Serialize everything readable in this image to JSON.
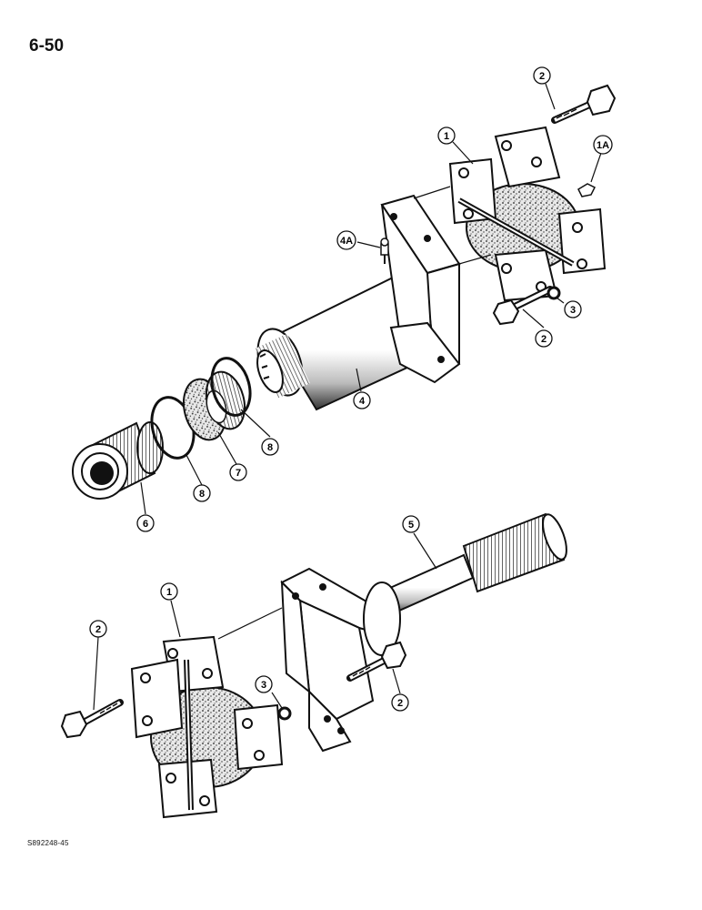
{
  "page": {
    "number": "6-50",
    "document_code": "S892248-45"
  },
  "callouts": [
    {
      "id": "c-top-2",
      "label": "2"
    },
    {
      "id": "c-top-1",
      "label": "1"
    },
    {
      "id": "c-top-1a",
      "label": "1A"
    },
    {
      "id": "c-top-4a",
      "label": "4A"
    },
    {
      "id": "c-top-3",
      "label": "3"
    },
    {
      "id": "c-top-2b",
      "label": "2"
    },
    {
      "id": "c-top-4",
      "label": "4"
    },
    {
      "id": "c-top-8a",
      "label": "8"
    },
    {
      "id": "c-top-7",
      "label": "7"
    },
    {
      "id": "c-top-8b",
      "label": "8"
    },
    {
      "id": "c-top-6",
      "label": "6"
    },
    {
      "id": "c-bot-5",
      "label": "5"
    },
    {
      "id": "c-bot-1",
      "label": "1"
    },
    {
      "id": "c-bot-2a",
      "label": "2"
    },
    {
      "id": "c-bot-3",
      "label": "3"
    },
    {
      "id": "c-bot-2b",
      "label": "2"
    }
  ]
}
